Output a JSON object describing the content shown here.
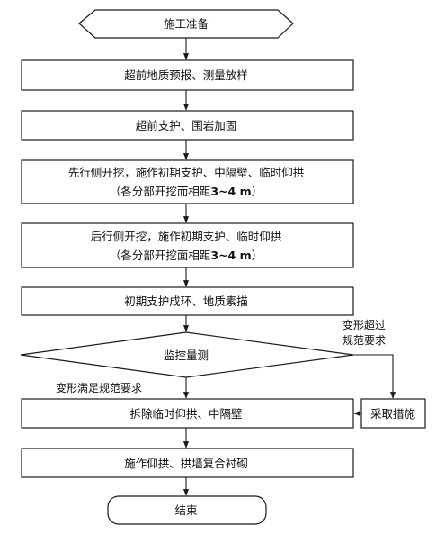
{
  "flowchart": {
    "start": "施工准备",
    "step1": "超前地质预报、测量放样",
    "step2": "超前支护、围岩加固",
    "step3": {
      "line1": "先行侧开挖，施作初期支护、中隔壁、临时仰拱",
      "line2_prefix": "（各分部开挖而相距",
      "line2_value": "3~4 m",
      "line2_suffix": "）"
    },
    "step4": {
      "line1": "后行侧开挖，施作初期支护、临时仰拱",
      "line2_prefix": "（各分部开挖面相距",
      "line2_value": "3~4 m",
      "line2_suffix": "）"
    },
    "step5": "初期支护成环、地质素描",
    "decision": "监控量测",
    "branch_no": {
      "line1": "变形超过",
      "line2": "规范要求"
    },
    "branch_yes": "变形满足规范要求",
    "measure": "采取措施",
    "step6": "拆除临时仰拱、中隔壁",
    "step7": "施作仰拱、拱墙复合衬砌",
    "end": "结束"
  },
  "colors": {
    "stroke": "#1a1a1a",
    "text": "#111111",
    "background": "#ffffff"
  }
}
